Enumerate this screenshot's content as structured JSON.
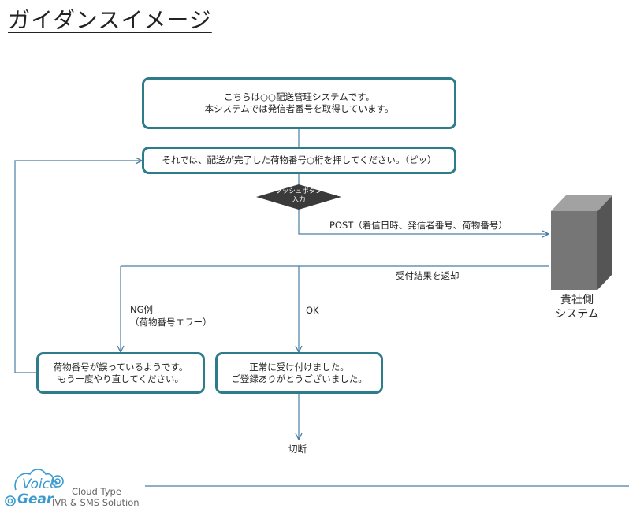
{
  "title": "ガイダンスイメージ",
  "boxes": {
    "intro": {
      "line1": "こちらは○○配送管理システムです。",
      "line2": "本システムでは発信者番号を取得しています。"
    },
    "prompt": {
      "line1": "それでは、配送が完了した荷物番号○桁を押してください。（ピッ）"
    },
    "error": {
      "line1": "荷物番号が誤っているようです。",
      "line2": "もう一度やり直してください。"
    },
    "success": {
      "line1": "正常に受け付けました。",
      "line2": "ご登録ありがとうございました。"
    }
  },
  "diamond": {
    "line1": "プッシュボタン",
    "line2": "入力"
  },
  "labels": {
    "post": "POST（着信日時、発信者番号、荷物番号）",
    "result": "受付結果を返却",
    "ng_line1": "NG例",
    "ng_line2": "（荷物番号エラー）",
    "ok": "OK",
    "hangup": "切断"
  },
  "server": {
    "line1": "貴社側",
    "line2": "システム"
  },
  "logo": {
    "word1": "Voice",
    "word2": "Gear",
    "tag1": "Cloud Type",
    "tag2": "IVR & SMS Solution"
  },
  "colors": {
    "box_border": "#2e7b8a",
    "arrow": "#4a7ea6",
    "diamond": "#3a3a3a",
    "server": "#6b6b6b",
    "logo": "#3a9ad0"
  }
}
